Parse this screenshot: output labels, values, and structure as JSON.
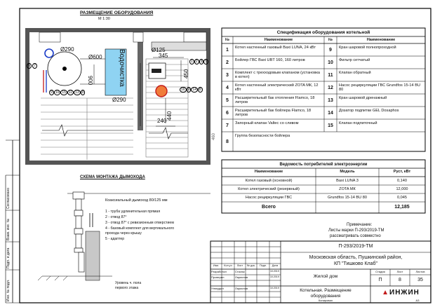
{
  "plan": {
    "title": "РАЗМЕЩЕНИЕ ОБОРУДОВАНИЯ",
    "scale": "М 1:30",
    "dims": {
      "d290a": "Ø290",
      "d600": "Ø600",
      "d125": "Ø125",
      "d345": "345",
      "d450": "450",
      "d900": "900",
      "d440": "440",
      "d240": "240",
      "d290b": "Ø290",
      "d460": "460"
    },
    "vodo_label": "Водочистка",
    "bubbles_left": [
      "6",
      "7"
    ],
    "bubbles_row": [
      "9",
      "10",
      "15",
      "11",
      "13",
      "9"
    ],
    "bubbles_right": [
      "1",
      "2",
      "3",
      "5"
    ],
    "bubbles_mid": [
      "16",
      "9",
      "14",
      "8"
    ]
  },
  "spec": {
    "title": "Спецификация оборудования котельной",
    "headers": [
      "№",
      "Наименование",
      "№",
      "Наименование"
    ],
    "rows": [
      {
        "n1": "1",
        "t1": "Котел настенный газовый Baxi LUNA, 24 кВт",
        "n2": "9",
        "t2": "Кран шаровой полнопроходной"
      },
      {
        "n1": "2",
        "t1": "Бойлер ГВС Baxi UBT 160, 160 литров",
        "n2": "10",
        "t2": "Фильтр сетчатый"
      },
      {
        "n1": "3",
        "t1": "Комплект с трехходовым клапаном (установка в котел)",
        "n2": "11",
        "t2": "Клапан обратный"
      },
      {
        "n1": "4",
        "t1": "Котел настенный электрический ZOTA МК, 12 кВт",
        "n2": "12",
        "t2": "Насос рециркуляции ГВС Grundfos 15-14 BU 80"
      },
      {
        "n1": "5",
        "t1": "Расширительный бак отопления Flamco, 18 литров",
        "n2": "13",
        "t2": "Кран шаровой дренажный"
      },
      {
        "n1": "6",
        "t1": "Расширительный бак бойлера Flamco, 18 литров",
        "n2": "14",
        "t2": "Дозатор подпитки GEL Dosaphos"
      },
      {
        "n1": "7",
        "t1": "Запорный клапан Valtec со сливом",
        "n2": "15",
        "t2": "Клапан подпиточный"
      },
      {
        "n1": "8",
        "t1": "Группа безопасности бойлера",
        "n2": "",
        "t2": ""
      }
    ]
  },
  "consumers": {
    "title": "Ведомость потребителей электроэнергии",
    "headers": [
      "Наименование",
      "Модель",
      "Руст, кВт"
    ],
    "rows": [
      {
        "name": "Котел газовый (основной)",
        "model": "Baxi LUNA 3",
        "p": "0,140"
      },
      {
        "name": "Котел электрический (резервный)",
        "model": "ZOTA МК",
        "p": "12,000"
      },
      {
        "name": "Насос рециркуляции ГВС",
        "model": "Grundfos 15-14 BU 80",
        "p": "0,045"
      }
    ],
    "total_label": "Всего",
    "total": "12,185"
  },
  "chimney": {
    "title": "СХЕМА МОНТАЖА ДЫМОХОДА",
    "subtitle": "Коаксиальный дымоход 80/125 мм",
    "items": [
      "1 - труба удлинительная прямая",
      "2 - отвод 87°",
      "3 - отвод 87° с ревизионным отверстием",
      "4 - базовый комплект для вертикального",
      "прохода через крышу",
      "5 - адаптер"
    ],
    "level_note_1": "Уровень ч. пола",
    "level_note_2": "первого этажа"
  },
  "note": {
    "title": "Примечание:",
    "line1": "Листы марки П-293/2019-ТМ",
    "line2": "рассматривать совместно"
  },
  "stamp": {
    "code": "П-293/2019-ТМ",
    "location_1": "Московская область, Пушкинский район,",
    "location_2": "КП \"Тишково Клаб\"",
    "object": "Жилой дом",
    "stage_header": "Стадия",
    "sheet_header": "Лист",
    "sheets_header": "Листов",
    "stage": "П",
    "sheet": "8",
    "sheets": "35",
    "drawing_title_1": "Котельная. Размещение",
    "drawing_title_2": "оборудования",
    "logo": "ИНЖИН",
    "row_labels": [
      "Изм.",
      "Кол.уч",
      "Лист",
      "№ док.",
      "Подп.",
      "Дата"
    ],
    "people": [
      {
        "role": "Разработал",
        "name": "Стасюк",
        "date": "10.2019"
      },
      {
        "role": "Проверил",
        "name": "Ларионов",
        "date": "10.2019"
      },
      {
        "role": "Утвердил",
        "name": "Ларионов",
        "date": "10.2019"
      }
    ],
    "copied": "Копировал",
    "format": "А3"
  },
  "left_margin": {
    "labels": [
      "Согласовано",
      "Взам. инв. №",
      "Подп. и дата",
      "Инв. № подл."
    ]
  }
}
